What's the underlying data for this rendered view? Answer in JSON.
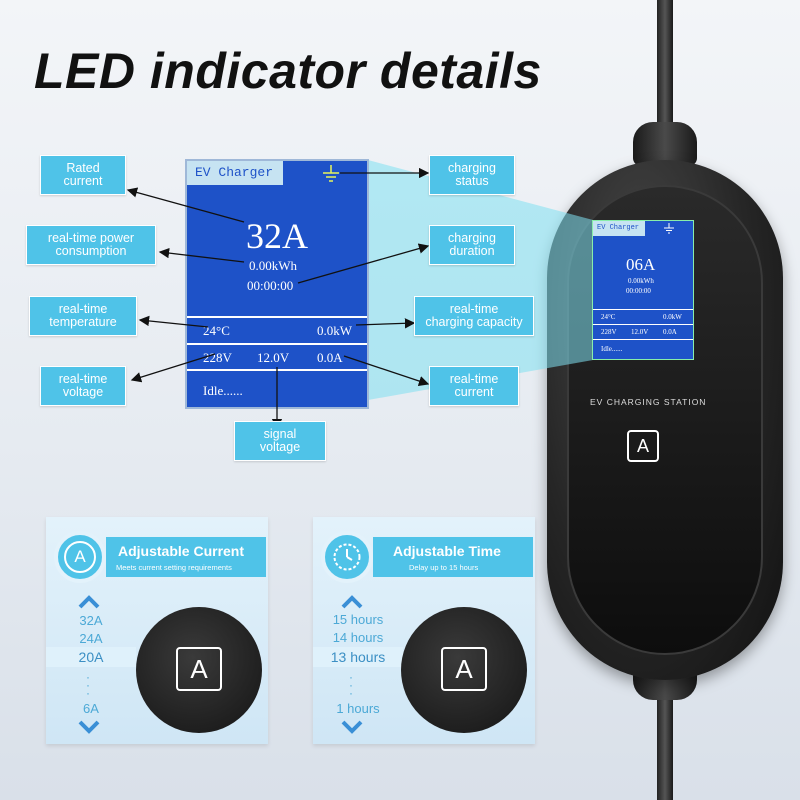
{
  "title": "LED indicator details",
  "lcd": {
    "header": "EV Charger",
    "current": "32A",
    "energy": "0.00kWh",
    "duration": "00:00:00",
    "temperature": "24°C",
    "capacity": "0.0kW",
    "voltage": "228V",
    "signal_voltage": "12.0V",
    "real_current": "0.0A",
    "status": "Idle......"
  },
  "labels": {
    "rated_current": [
      "Rated",
      "current"
    ],
    "realtime_power": [
      "real-time power",
      "consumption"
    ],
    "realtime_temperature": [
      "real-time",
      "temperature"
    ],
    "realtime_voltage": [
      "real-time",
      "voltage"
    ],
    "signal_voltage": [
      "signal",
      "voltage"
    ],
    "charging_status": [
      "charging",
      "status"
    ],
    "charging_duration": [
      "charging",
      "duration"
    ],
    "realtime_capacity": [
      "real-time",
      "charging capacity"
    ],
    "realtime_current": [
      "real-time",
      "current"
    ]
  },
  "device": {
    "lcd_header": "EV Charger",
    "lcd_current": "06A",
    "lcd_energy": "0.00kWh",
    "lcd_duration": "00:00:00",
    "lcd_temperature": "24°C",
    "lcd_capacity": "0.0kW",
    "lcd_voltage": "228V",
    "lcd_signal": "12.0V",
    "lcd_current2": "0.0A",
    "lcd_status": "Idle......",
    "station_label": "EV CHARGING STATION",
    "button_label": "A"
  },
  "card_current": {
    "title": "Adjustable Current",
    "subtitle": "Meets current setting requirements",
    "icon_letter": "A",
    "options": [
      "32A",
      "24A",
      "20A",
      "6A"
    ],
    "selected": "20A",
    "button_label": "A"
  },
  "card_time": {
    "title": "Adjustable Time",
    "subtitle": "Delay up to 15 hours",
    "options": [
      "15 hours",
      "14 hours",
      "13 hours",
      "1 hours"
    ],
    "selected": "13 hours",
    "button_label": "A"
  },
  "colors": {
    "accent": "#4fc3e8",
    "lcd_blue": "#1e52c8",
    "lcd_header": "#c6e3f2"
  }
}
